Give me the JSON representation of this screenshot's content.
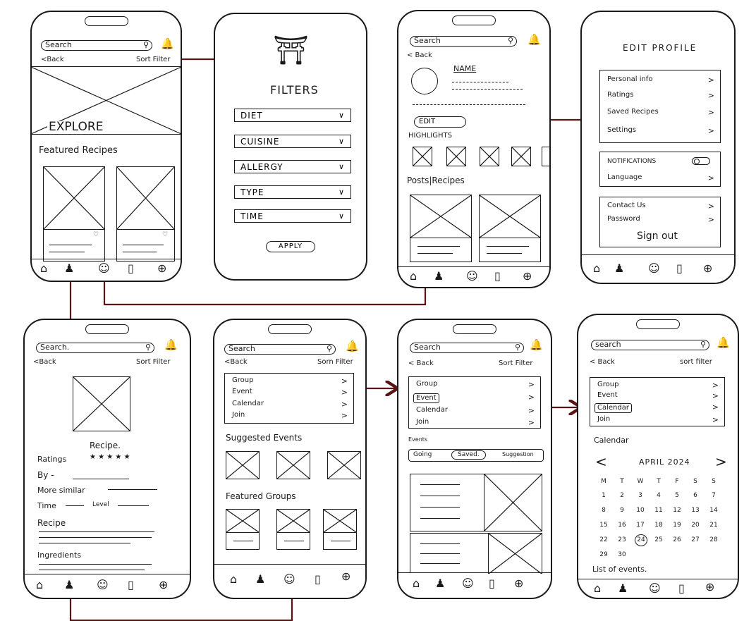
{
  "colors": {
    "ink": "#1a1a1a",
    "arrow": "#5a1414"
  },
  "common": {
    "search": "Search",
    "search_alt": "search",
    "search_dot": "Search.",
    "back": "<Back",
    "back_sp": "< Back",
    "sort_filter": "Sort Filter",
    "sort_filter_alt": "Sorn Filter",
    "sort_filter_lc": "sort filter"
  },
  "explore": {
    "title": "EXPLORE",
    "featured": "Featured Recipes"
  },
  "filters": {
    "title": "FILTERS",
    "options": [
      "DIET",
      "CUISINE",
      "ALLERGY",
      "TYPE",
      "TIME"
    ],
    "apply": "APPLY"
  },
  "profile": {
    "name": "NAME",
    "edit": "EDIT",
    "highlights": "HIGHLIGHTS",
    "posts": "Posts|Recipes"
  },
  "edit_profile": {
    "title": "EDIT PROFILE",
    "group1": [
      "Personal info",
      "Ratings",
      "Saved Recipes",
      "Settings"
    ],
    "notifications": "NOTIFICATIONS",
    "language": "Language",
    "group3": [
      "Contact Us",
      "Password"
    ],
    "sign_out": "Sign out"
  },
  "recipe": {
    "title": "Recipe.",
    "ratings": "Ratings",
    "stars": "★ ★ ★ ★ ★",
    "by": "By -",
    "more_similar": "More similar",
    "time": "Time",
    "level": "Level",
    "recipe": "Recipe",
    "ingredients": "Ingredients"
  },
  "community": {
    "menu": [
      "Group",
      "Event",
      "Calendar",
      "Join"
    ],
    "suggested_events": "Suggested Events",
    "featured_groups": "Featured Groups"
  },
  "events": {
    "label": "Events",
    "tabs": [
      "Going",
      "Saved.",
      "Suggestion"
    ]
  },
  "calendar": {
    "label": "Calendar",
    "month": "APRIL 2024",
    "weekdays": [
      "M",
      "T",
      "W",
      "T",
      "F",
      "S",
      "S"
    ],
    "days": [
      "1",
      "2",
      "3",
      "4",
      "5",
      "6",
      "7",
      "8",
      "9",
      "10",
      "11",
      "12",
      "13",
      "14",
      "15",
      "16",
      "17",
      "18",
      "19",
      "20",
      "21",
      "22",
      "23",
      "24",
      "25",
      "26",
      "27",
      "28",
      "29",
      "30"
    ],
    "list": "List of events."
  }
}
